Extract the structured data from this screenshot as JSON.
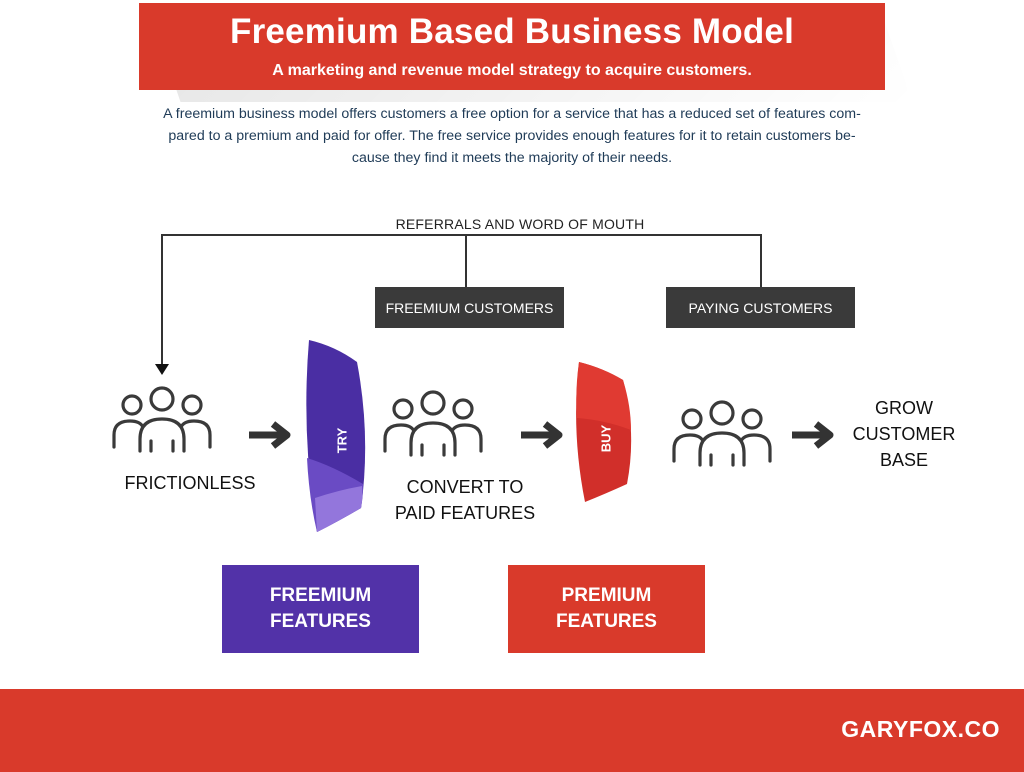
{
  "header": {
    "title": "Freemium Based Business Model",
    "subtitle": "A marketing and revenue model strategy to acquire customers."
  },
  "intro": {
    "line1": "A freemium business model offers customers a free option for a service that has a reduced set of features com-",
    "line2": "pared to a premium and paid for offer. The free service provides enough features for it to retain customers be-",
    "line3": "cause they find it meets the majority of their needs."
  },
  "diagram": {
    "referrals_label": "REFERRALS AND WORD OF MOUTH",
    "freemium_customers_label": "FREEMIUM CUSTOMERS",
    "paying_customers_label": "PAYING CUSTOMERS",
    "frictionless_label": "FRICTIONLESS",
    "convert_label_line1": "CONVERT TO",
    "convert_label_line2": "PAID FEATURES",
    "grow_label_line1": "GROW",
    "grow_label_line2": "CUSTOMER",
    "grow_label_line3": "BASE",
    "try_label": "TRY",
    "buy_label": "BUY",
    "freemium_box_line1": "FREEMIUM",
    "freemium_box_line2": "FEATURES",
    "premium_box_line1": "PREMIUM",
    "premium_box_line2": "FEATURES",
    "icons": [
      "people-group-icon",
      "right-arrow-icon",
      "down-arrow-icon"
    ]
  },
  "footer": {
    "brand": "GARYFOX.CO"
  },
  "colors": {
    "brand_red": "#d93a2b",
    "purple": "#5232a8",
    "dark_label": "#3a3a3a",
    "intro_text": "#1f3b57"
  }
}
